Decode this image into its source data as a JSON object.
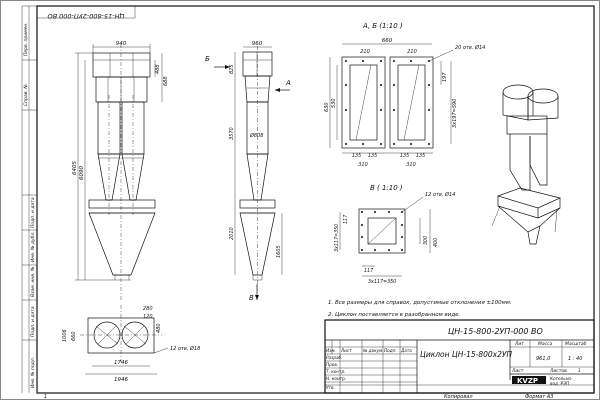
{
  "drawing_number": "ЦН-15-800-2УП-000 ВО",
  "drawing_number_rotated": "ЦН-15-800-2УП-000 ВО",
  "title": "Циклон ЦН-15-800х2УП",
  "section_ab": "А, Б (1:10 )",
  "section_v": "В ( 1:10 )",
  "arrows": {
    "a": "А",
    "b": "Б",
    "v": "В"
  },
  "notes": [
    "1. Все размеры для справок, допустимые отклонения ±100мм.",
    "2. Циклон поставляется в разобранном виде."
  ],
  "dims_front": {
    "top_width": "940",
    "side_a": "488",
    "side_b": "688",
    "height_total": "6405",
    "height_body": "6090",
    "base_inner": "1746",
    "base_outer": "1946"
  },
  "dims_side": {
    "top": "960",
    "h1": "825",
    "h2": "3570",
    "dia": "Ø808",
    "h3": "2010",
    "h4": "1605"
  },
  "dims_flange_ab": {
    "overall": "660",
    "w1": "210",
    "w2": "210",
    "h_outer": "630",
    "h_inner": "530",
    "h_pitch": "197",
    "pitch_note": "3х197=590",
    "bot1": "135",
    "bot2": "135",
    "bot3": "135",
    "bot4": "135",
    "total1": "310",
    "total2": "310",
    "holes": "20 отв. Ø14"
  },
  "dims_flange_v": {
    "holes": "12 отв. Ø14",
    "w_side": "117",
    "pitch_v": "3х117=350",
    "pitch_h": "3х117=350",
    "bot": "117",
    "w1": "300",
    "w2": "400"
  },
  "dims_plan": {
    "a": "280",
    "b": "120",
    "c": "1006",
    "d": "660",
    "e": "480",
    "holes": "12 отв. Ø18"
  },
  "left_strip": [
    "Перв. примен.",
    "Справ. №",
    "Подп. и дата",
    "Инв. № дубл.",
    "Взам. инв. №",
    "Подп. и дата",
    "Инв. № подл."
  ],
  "title_block": {
    "rows": [
      "Изм.",
      "Разраб.",
      "Пров.",
      "Т. контр.",
      "Н. контр.",
      "Утв."
    ],
    "col_headers": [
      "Лист",
      "№ докум.",
      "Подп.",
      "Дата"
    ],
    "lit_label": "Лит",
    "mass_label": "Масса",
    "scale_label": "Масштаб",
    "mass_value": "961,0",
    "scale_value": "1 : 40",
    "sheet_label": "Лист",
    "sheets_label": "Листов",
    "sheets_value": "1",
    "logo": "KVZP",
    "company_1": "Котельно-",
    "company_2": "вод. РЭП",
    "copied": "Копировал",
    "format": "Формат А3"
  },
  "page_number": "1"
}
